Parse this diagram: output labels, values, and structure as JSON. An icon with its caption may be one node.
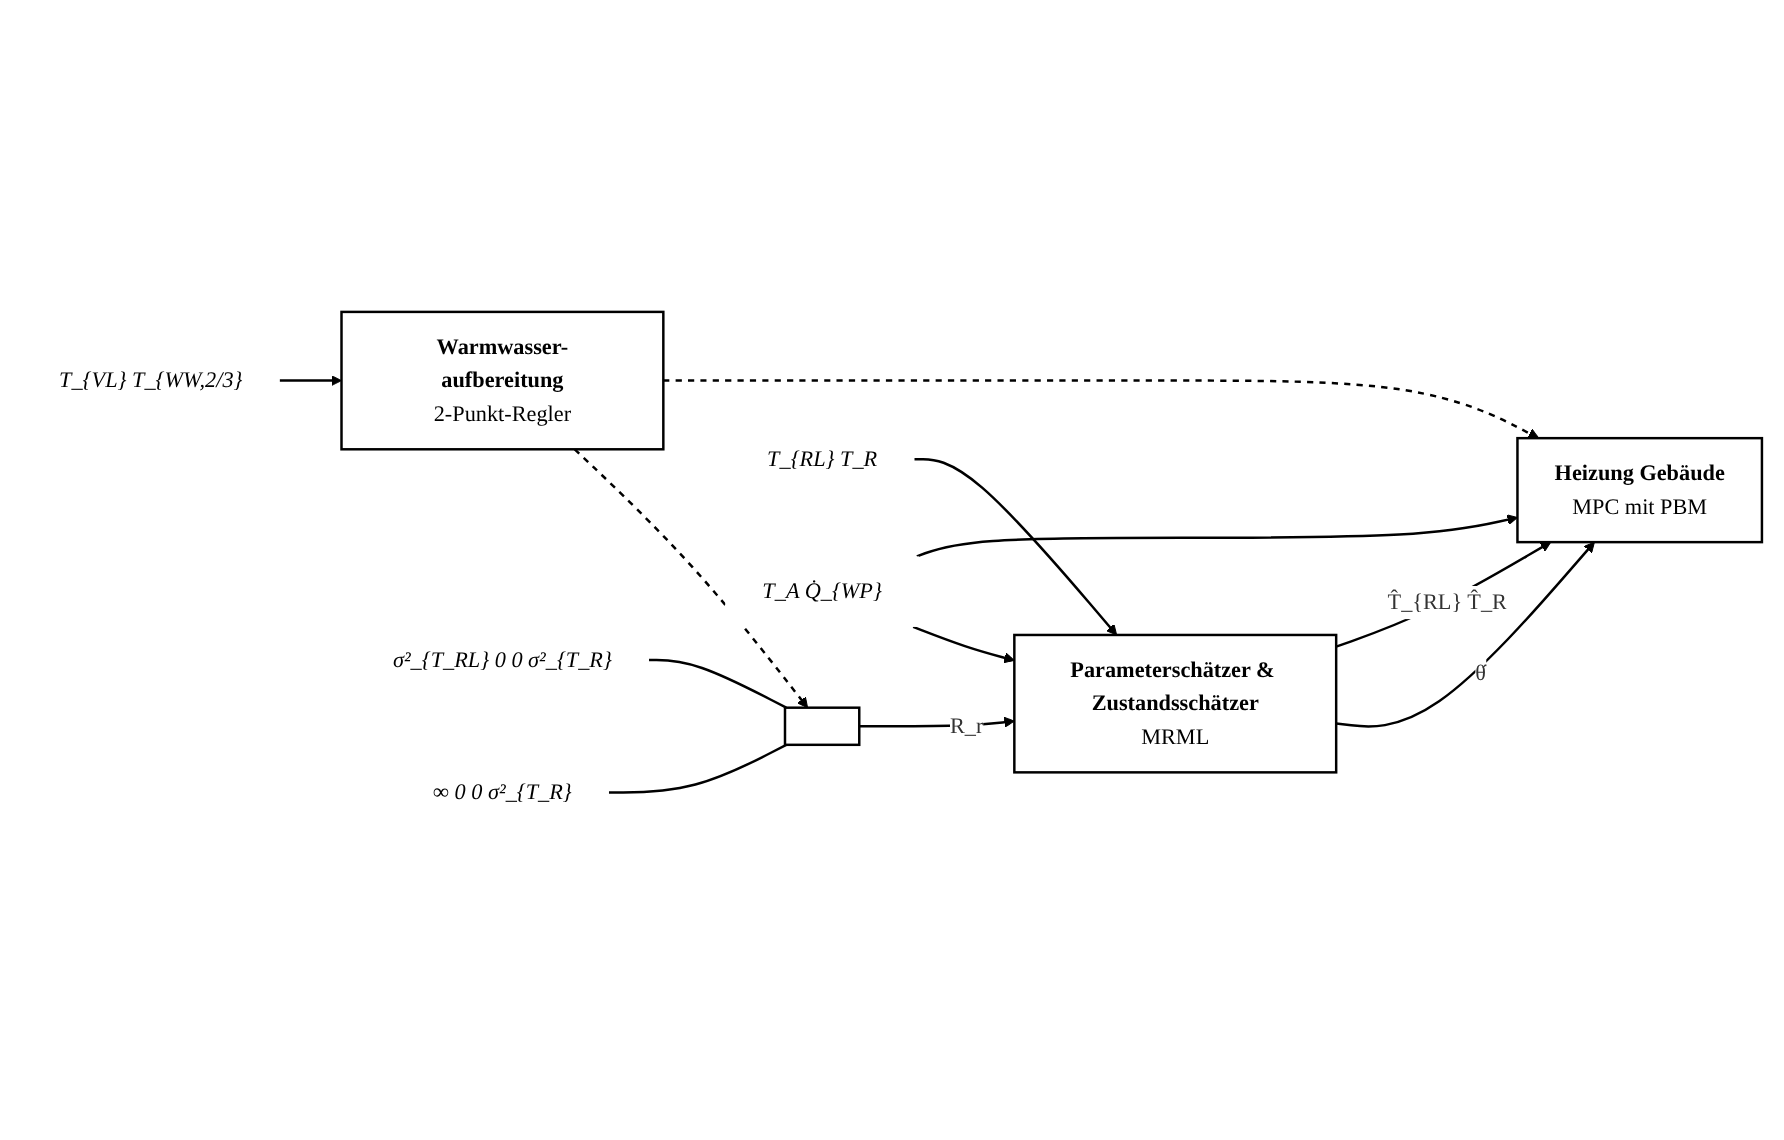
{
  "diagram": {
    "nodes": [
      {
        "text": [
          "T_{VL} T_{WW,2/3}"
        ]
      },
      {
        "text": [
          "Warmwasser-aufbereitung",
          "2-Punkt-Regler"
        ]
      },
      {
        "text": [
          "σ²_{T_RL} 0 0 σ²_{T_R}"
        ]
      },
      {
        "text": [
          "∞ 0 0 σ²_{T_R}"
        ]
      },
      {
        "text": [],
        "shape": "box"
      },
      {
        "text": [
          "T_{RL} T_R"
        ]
      },
      {
        "text": [
          "Parameterschätzer & Zustandsschätzer",
          "MRML"
        ]
      },
      {
        "text": [
          "T_A Q̇_{WP}"
        ]
      },
      {
        "text": [
          "Heizung Gebäude",
          "MPC mit PBM"
        ]
      }
    ],
    "edges": [
      {
        "from": 0,
        "to": 1,
        "arrow": "to"
      },
      {
        "from": 2,
        "to": 4,
        "arrow": "none"
      },
      {
        "from": 3,
        "to": 4,
        "arrow": "none"
      },
      {
        "from": 1,
        "to": 4,
        "arrow": "to",
        "style": "dashed"
      },
      {
        "from": 1,
        "to": 8,
        "arrow": "to",
        "style": "dashed"
      },
      {
        "from": 4,
        "to": 6,
        "arrow": "to",
        "label": "R_r"
      },
      {
        "from": 5,
        "to": 6,
        "arrow": "to"
      },
      {
        "from": 7,
        "to": 6,
        "arrow": "to"
      },
      {
        "from": 7,
        "to": 8,
        "arrow": "to"
      },
      {
        "from": 6,
        "to": 8,
        "arrow": "to",
        "label": "θ̂"
      },
      {
        "from": 6,
        "to": 8,
        "arrow": "to",
        "label": "T̂_{RL} T̂_R"
      }
    ]
  }
}
